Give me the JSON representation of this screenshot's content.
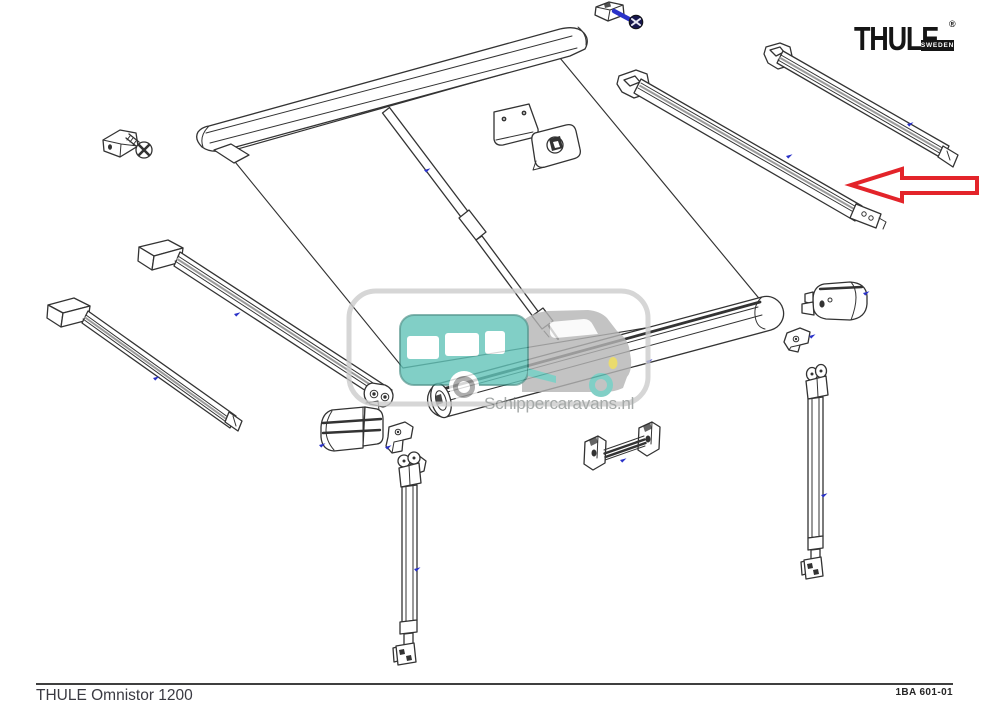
{
  "brand": {
    "name": "THULE",
    "registered": "®",
    "sub": "SWEDEN"
  },
  "watermark": {
    "text": "Schippercaravans.nl"
  },
  "footer": {
    "model": "THULE Omnistor 1200",
    "doc_code": "1BA 601-01"
  },
  "colors": {
    "line": "#333333",
    "ink": "#151515",
    "arrow": "#e3242a",
    "marker": "#2a32c8",
    "teal": "#62c4b9",
    "car": "#b5b5b5",
    "wmborder": "#cccccc",
    "wmtext": "#8f9493",
    "yellow": "#e5d34b",
    "footerink": "#3a3a42"
  }
}
